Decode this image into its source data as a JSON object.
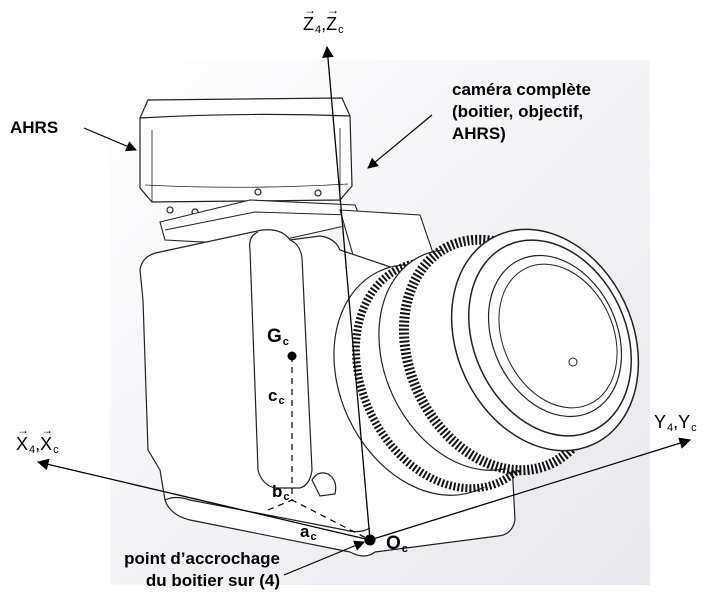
{
  "labels": {
    "ahrs": "AHRS",
    "camera_line1": "caméra complète",
    "camera_line2": "(boitier, objectif,",
    "camera_line3": "AHRS)",
    "attach_line1": "point d’accrochage",
    "attach_line2": "du boitier sur (4)"
  },
  "axes": {
    "z": {
      "letter1": "Z",
      "sub1": "4",
      "sep": ",",
      "letter2": "Z",
      "sub2": "c"
    },
    "x": {
      "letter1": "X",
      "sub1": "4",
      "sep": ",",
      "letter2": "X",
      "sub2": "c"
    },
    "y": {
      "letter1": "Y",
      "sub1": "4",
      "sep": ",",
      "letter2": "Y",
      "sub2": "c"
    }
  },
  "points": {
    "g": {
      "letter": "G",
      "sub": "c"
    },
    "o": {
      "letter": "O",
      "sub": "c"
    }
  },
  "dimensions": {
    "a": {
      "letter": "a",
      "sub": "c"
    },
    "b": {
      "letter": "b",
      "sub": "c"
    },
    "c": {
      "letter": "c",
      "sub": "c"
    }
  },
  "colors": {
    "ink": "#000000",
    "background": "#ffffff"
  }
}
